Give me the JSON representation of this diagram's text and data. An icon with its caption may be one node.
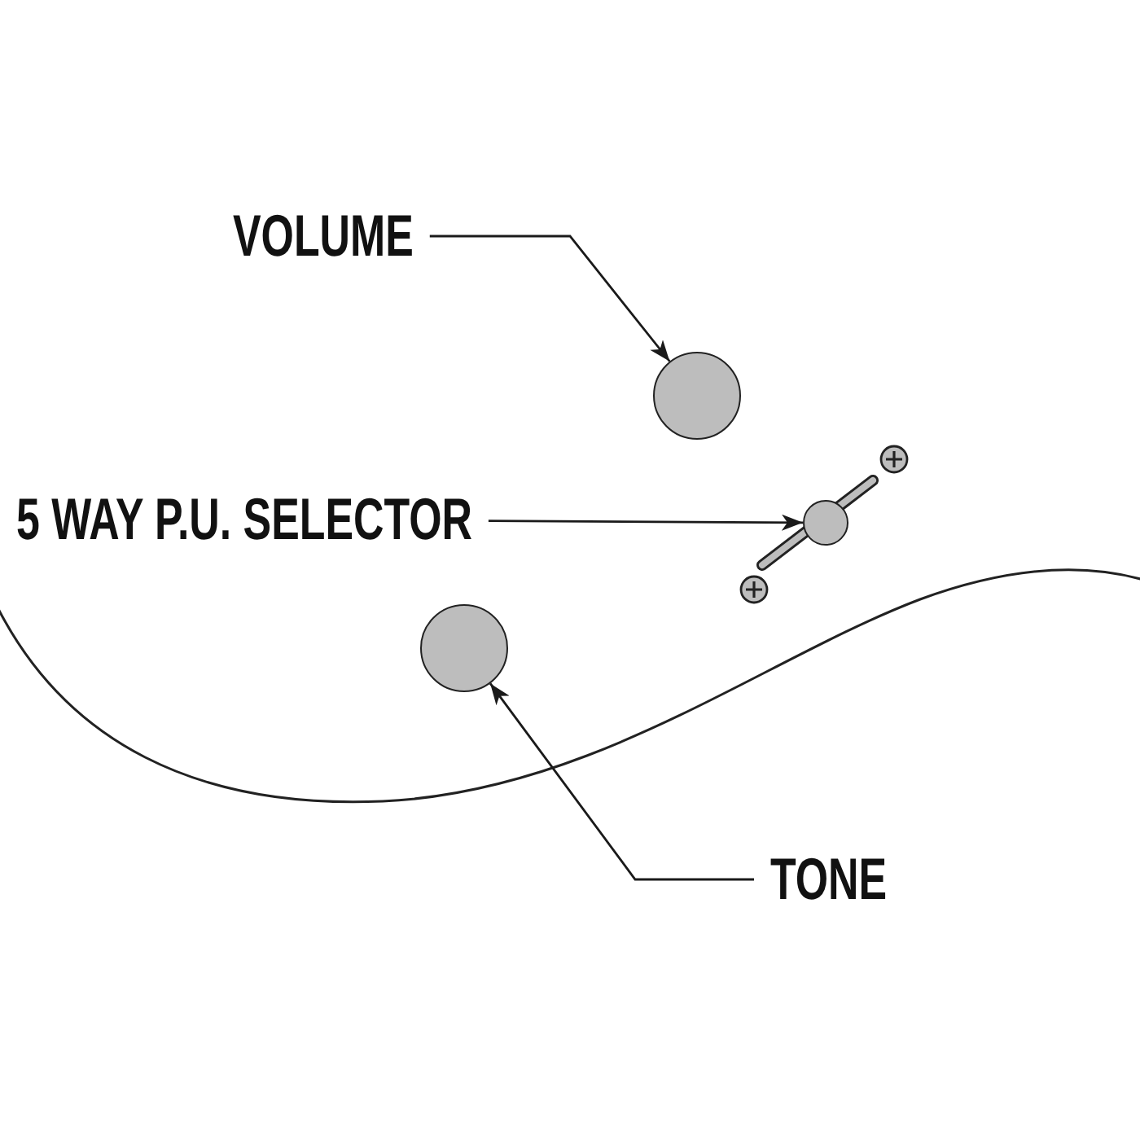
{
  "diagram": {
    "nodes": [
      {
        "text": [
          "VOLUME"
        ]
      },
      {
        "text": [],
        "shape": "circle"
      },
      {
        "text": [
          "5 WAY P.U. SELECTOR"
        ]
      },
      {
        "text": [],
        "shape": "circle"
      },
      {
        "text": [],
        "shape": "circle"
      },
      {
        "text": [
          "TONE"
        ]
      }
    ],
    "edges": [
      {
        "from": 0,
        "to": 1,
        "arrow": "to"
      },
      {
        "from": 2,
        "to": 3,
        "arrow": "to"
      },
      {
        "from": 5,
        "to": 4,
        "arrow": "to"
      }
    ]
  }
}
